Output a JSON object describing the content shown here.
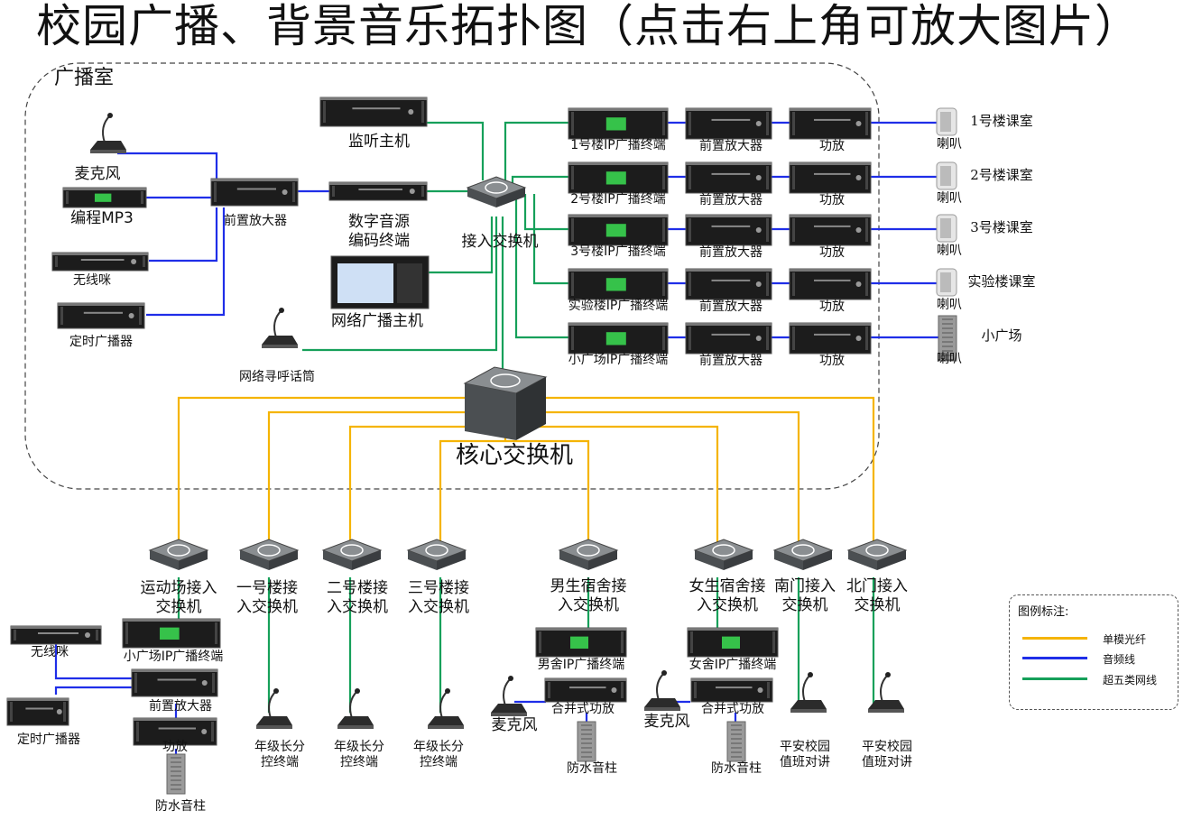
{
  "title": "校园广播、背景音乐拓扑图（点击右上角可放大图片）",
  "room_label": "广播室",
  "colors": {
    "fiber": "#f5b400",
    "audio": "#1f2ee8",
    "cat5": "#16a05a"
  },
  "nodes": {
    "mic": "麦克风",
    "mp3": "编程MP3",
    "wireless_mic": "无线咪",
    "timer": "定时广播器",
    "preamp_main": "前置放大器",
    "monitor": "监听主机",
    "encoder": "数字音源\n编码终端",
    "net_host": "网络广播主机",
    "paging_mic": "网络寻呼话筒",
    "access_switch": "接入交换机",
    "core_switch": "核心交换机"
  },
  "building_rows": [
    {
      "terminal": "1号楼IP广播终端",
      "preamp": "前置放大器",
      "amp": "功放",
      "speaker": "喇叭",
      "room": "1号楼课室"
    },
    {
      "terminal": "2号楼IP广播终端",
      "preamp": "前置放大器",
      "amp": "功放",
      "speaker": "喇叭",
      "room": "2号楼课室"
    },
    {
      "terminal": "3号楼IP广播终端",
      "preamp": "前置放大器",
      "amp": "功放",
      "speaker": "喇叭",
      "room": "3号楼课室"
    },
    {
      "terminal": "实验楼IP广播终端",
      "preamp": "前置放大器",
      "amp": "功放",
      "speaker": "喇叭",
      "room": "实验楼课室"
    },
    {
      "terminal": "小广场IP广播终端",
      "preamp": "前置放大器",
      "amp": "功放",
      "speaker": "喇叭",
      "room": "小广场"
    }
  ],
  "switches": [
    {
      "name": "运动场接入\n交换机"
    },
    {
      "name": "一号楼接\n入交换机"
    },
    {
      "name": "二号楼接\n入交换机"
    },
    {
      "name": "三号楼接\n入交换机"
    },
    {
      "name": "男生宿舍接\n入交换机"
    },
    {
      "name": "女生宿舍接\n入交换机"
    },
    {
      "name": "南门接入\n交换机"
    },
    {
      "name": "北门接入\n交换机"
    }
  ],
  "sports": {
    "wireless_mic": "无线咪",
    "timer": "定时广播器",
    "terminal": "小广场IP广播终端",
    "preamp": "前置放大器",
    "amp": "功放",
    "column": "防水音柱"
  },
  "grade_terminal": "年级长分\n控终端",
  "dorm_male": {
    "terminal": "男舍IP广播终端",
    "amp": "合并式功放",
    "mic": "麦克风",
    "column": "防水音柱"
  },
  "dorm_female": {
    "terminal": "女舍IP广播终端",
    "amp": "合并式功放",
    "mic": "麦克风",
    "column": "防水音柱"
  },
  "safe_campus": "平安校园\n值班对讲",
  "legend": {
    "title": "图例标注:",
    "items": [
      {
        "label": "单模光纤",
        "color": "#f5b400"
      },
      {
        "label": "音频线",
        "color": "#1f2ee8"
      },
      {
        "label": "超五类网线",
        "color": "#16a05a"
      }
    ]
  }
}
